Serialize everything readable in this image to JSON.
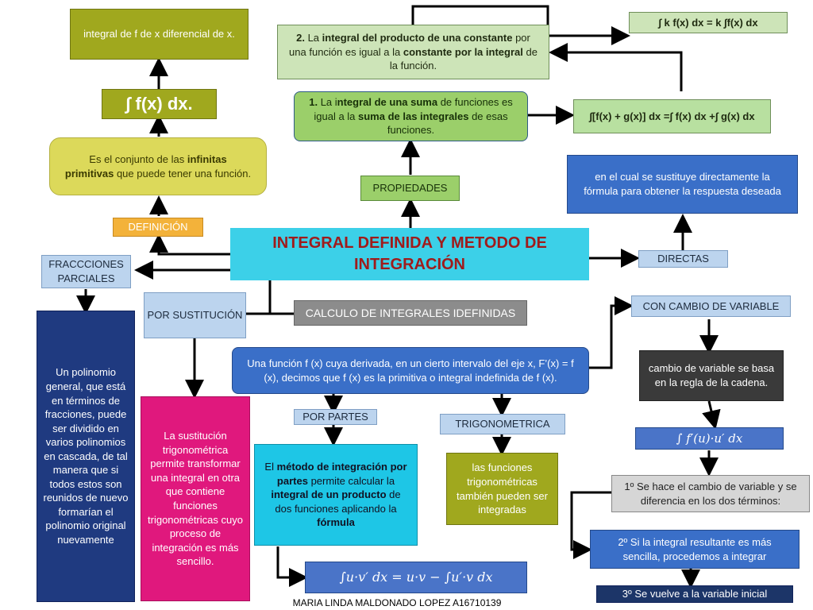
{
  "colors": {
    "title_text": "#a01b1b",
    "line": "#000000"
  },
  "title": "INTEGRAL DEFINIDA Y METODO DE INTEGRACIÓN",
  "calc_indefinidas": "CALCULO DE INTEGRALES IDEFINIDAS",
  "definicion_main": "Una función f (x) cuya derivada, en un cierto intervalo del eje x, F’(x) = f (x), decimos que f (x) es la primitiva o integral indefinida de f (x).",
  "left": {
    "top_box": "integral de f de x diferencial de x.",
    "integral_symbol": "∫ f(x) dx.",
    "conjunto": {
      "pre": "Es el conjunto de las ",
      "b1": "infinitas primitivas",
      "post": " que puede tener una función."
    },
    "definicion_label": "DEFINICIÓN",
    "fracciones_label": "FRACCCIONES PARCIALES",
    "fracciones_text": "Un polinomio general, que está en términos de fracciones, puede ser dividido en varios polinomios en cascada, de tal manera que si todos estos son reunidos de nuevo formarían el polinomio original nuevamente",
    "sustitucion_label": "POR SUSTITUCIÓN",
    "sustitucion_text": "La sustitución trigonométrica permite transformar una integral en otra que contiene funciones trigonométricas cuyo proceso de integración es más sencillo."
  },
  "center": {
    "propiedades_label": "PROPIEDADES",
    "prop1": {
      "num": "1.",
      "pre": " La i",
      "b1": "ntegral de una suma",
      "mid": " de funciones es igual a la ",
      "b2": "suma de las integrales",
      "post": " de esas funciones."
    },
    "prop2": {
      "num": "2.",
      "pre": " La ",
      "b1": "integral del producto de una constante",
      "mid": " por una función es igual a la ",
      "b2": "constante por la integral",
      "post": "  de la función."
    },
    "por_partes_label": "POR PARTES",
    "por_partes_text": {
      "pre": "El ",
      "b1": "método de integración por partes",
      "mid": " permite calcular la ",
      "b2": "integral de un producto",
      "mid2": " de dos funciones aplicando la ",
      "b3": "fórmula"
    },
    "por_partes_formula": "∫u·v′ dx = u·v − ∫u′·v dx",
    "trig_label": "TRIGONOMETRICA",
    "trig_text": "las funciones trigonométricas también pueden ser integradas"
  },
  "right": {
    "const_formula": "∫ k f(x) dx = k ∫f(x) dx",
    "sum_formula": "∫[f(x) + g(x)] dx =∫ f(x) dx +∫ g(x) dx",
    "directas_text": "en el cual se sustituye directamente la fórmula para obtener la respuesta deseada",
    "directas_label": "DIRECTAS",
    "cambio_label": "CON CAMBIO DE VARIABLE",
    "cambio_text": "cambio de variable se basa en la regla de la cadena.",
    "cambio_formula": "∫ f′(u)·u′ dx",
    "step1": "1º Se hace el cambio de variable y se diferencia en los dos términos:",
    "step2": "2º Si la integral resultante es más sencilla, procedemos a integrar",
    "step3": "3º Se vuelve a la variable inicial"
  },
  "author": "MARIA LINDA MALDONADO LOPEZ A16710139"
}
